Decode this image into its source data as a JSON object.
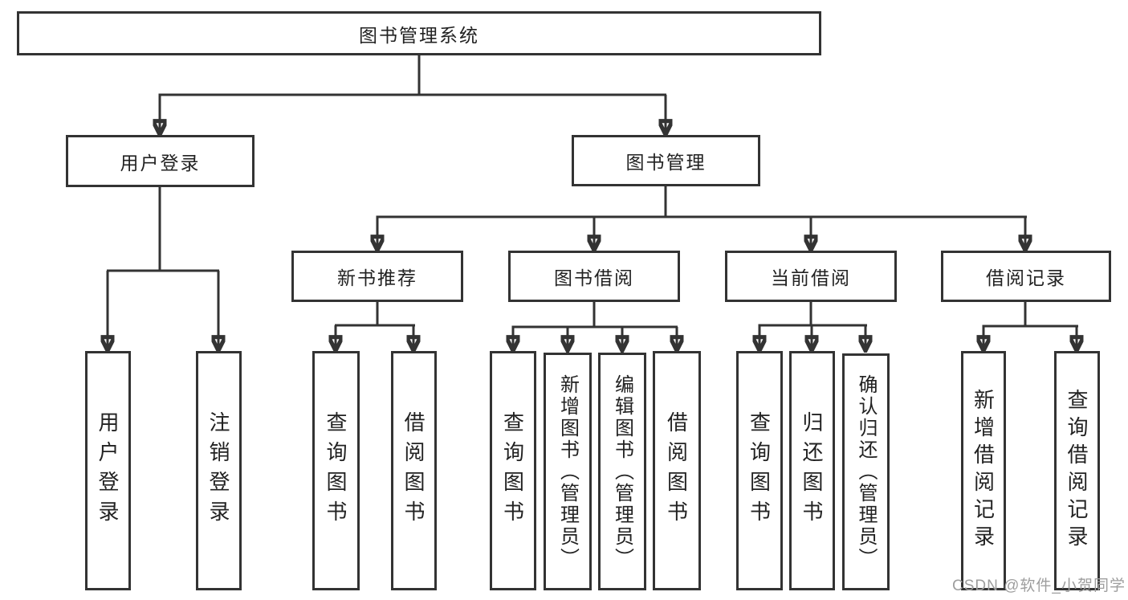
{
  "tree": {
    "root": {
      "label": "图书管理系统"
    },
    "branches": [
      {
        "label": "用户登录",
        "children": [
          {
            "label": "用户登录"
          },
          {
            "label": "注销登录"
          }
        ]
      },
      {
        "label": "图书管理",
        "groups": [
          {
            "label": "新书推荐",
            "children": [
              {
                "label": "查询图书"
              },
              {
                "label": "借阅图书"
              }
            ]
          },
          {
            "label": "图书借阅",
            "children": [
              {
                "label": "查询图书"
              },
              {
                "label": "新增图书（管理员）"
              },
              {
                "label": "编辑图书（管理员）"
              },
              {
                "label": "借阅图书"
              }
            ]
          },
          {
            "label": "当前借阅",
            "children": [
              {
                "label": "查询图书"
              },
              {
                "label": "归还图书"
              },
              {
                "label": "确认归还（管理员）"
              }
            ]
          },
          {
            "label": "借阅记录",
            "children": [
              {
                "label": "新增借阅记录"
              },
              {
                "label": "查询借阅记录"
              }
            ]
          }
        ]
      }
    ]
  },
  "watermark": {
    "text": "CSDN @软件_小贺同学"
  },
  "colors": {
    "line": "#333333",
    "box_border": "#333333",
    "text": "#222222",
    "background": "#ffffff",
    "watermark": "#9e9e9e"
  }
}
